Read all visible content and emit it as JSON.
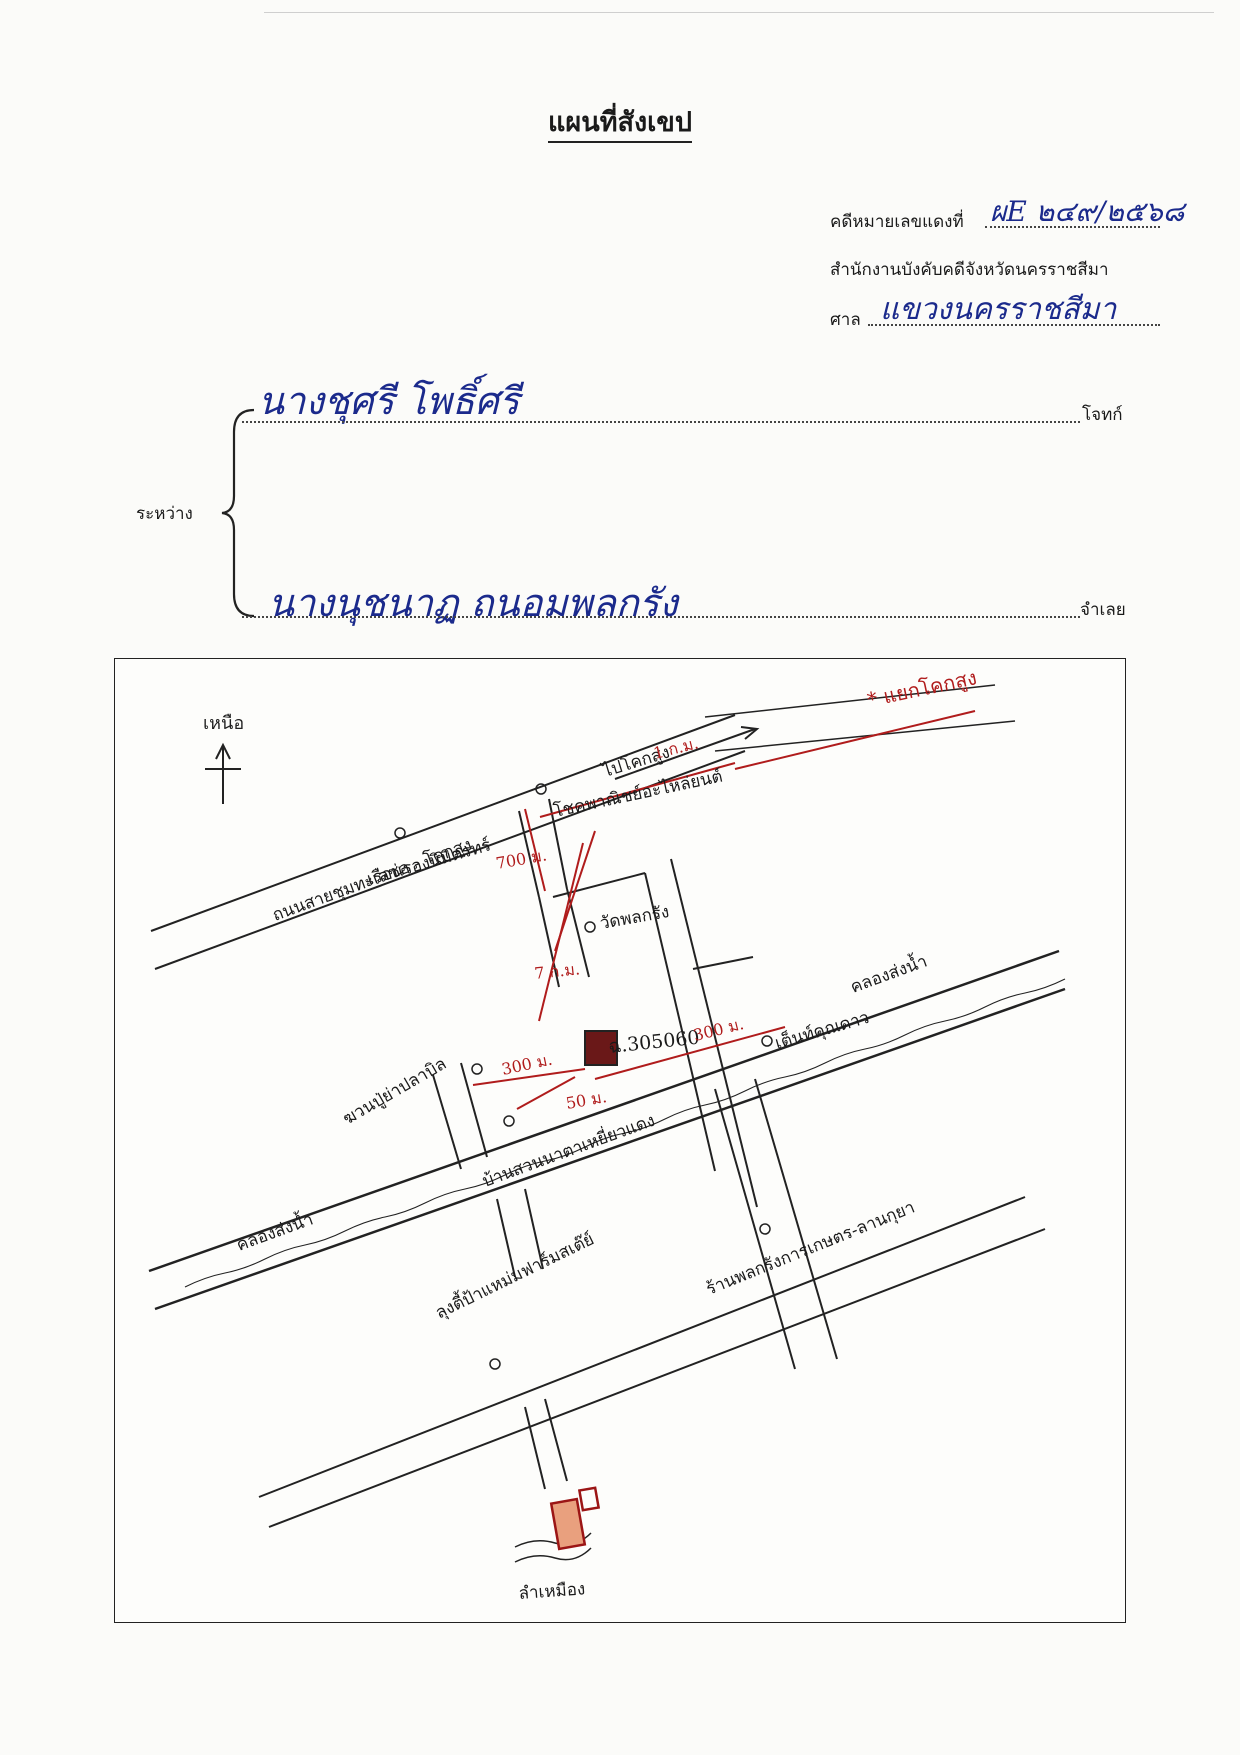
{
  "form": {
    "title": "แผนที่สังเขป",
    "case_no_label": "คดีหมายเลขแดงที่",
    "case_no_value": "ผE ๒๔๙/๒๕๖๘",
    "office_label": "สำนักงานบังคับคดีจังหวัดนครราชสีมา",
    "court_label": "ศาล",
    "court_value": "แขวงนครราชสีมา",
    "between_label": "ระหว่าง",
    "plaintiff_value": "นางชุศรี โพธิ์ศรี",
    "plaintiff_label": "โจทก์",
    "defendant_value": "นางนุชนาฏ ถนอมพลกรัง",
    "defendant_label": "จำเลย"
  },
  "colors": {
    "ink": "#1a1a1a",
    "handwriting_blue": "#1b2a8c",
    "annotation_red": "#b01c1c",
    "building_fill": "#e9a07e"
  },
  "map": {
    "north_label": "เหนือ",
    "labels": [
      {
        "text": "ไปโคกสูง",
        "kind": "road"
      },
      {
        "text": "ถนนสายชุมทะเลซ่อ - โคกสูง",
        "kind": "road"
      },
      {
        "text": "โชคพาณิชย์อะไหล่ยนต์",
        "kind": "place"
      },
      {
        "text": "เรือนรองนิมิตรทร์",
        "kind": "place"
      },
      {
        "text": "วัดพลกรัง",
        "kind": "place"
      },
      {
        "text": "คลองส่งน้ำ",
        "kind": "canal"
      },
      {
        "text": "เต็นท์คุณดาว",
        "kind": "place"
      },
      {
        "text": "ฆวนปู่ย่าปลาบิล",
        "kind": "place"
      },
      {
        "text": "บ้านสวนนาตาเหยี่ยวแดง",
        "kind": "place"
      },
      {
        "text": "คลองส่งน้ำ",
        "kind": "canal"
      },
      {
        "text": "ลุงตี้ป้าแหม่มฟาร์มสเต๊ย์",
        "kind": "place"
      },
      {
        "text": "ร้านพลกรังการเกษตร-ลานกุยา",
        "kind": "place"
      },
      {
        "text": "ลำเหมือง",
        "kind": "waterway"
      }
    ],
    "annotations": [
      {
        "text": "* แยกโคกสูง"
      },
      {
        "text": "1 ก.ม."
      },
      {
        "text": "700 ม."
      },
      {
        "text": "7 ก.ม."
      },
      {
        "text": "ฉ.305060"
      },
      {
        "text": "300 ม."
      },
      {
        "text": "300 ม."
      },
      {
        "text": "50 ม."
      }
    ]
  }
}
